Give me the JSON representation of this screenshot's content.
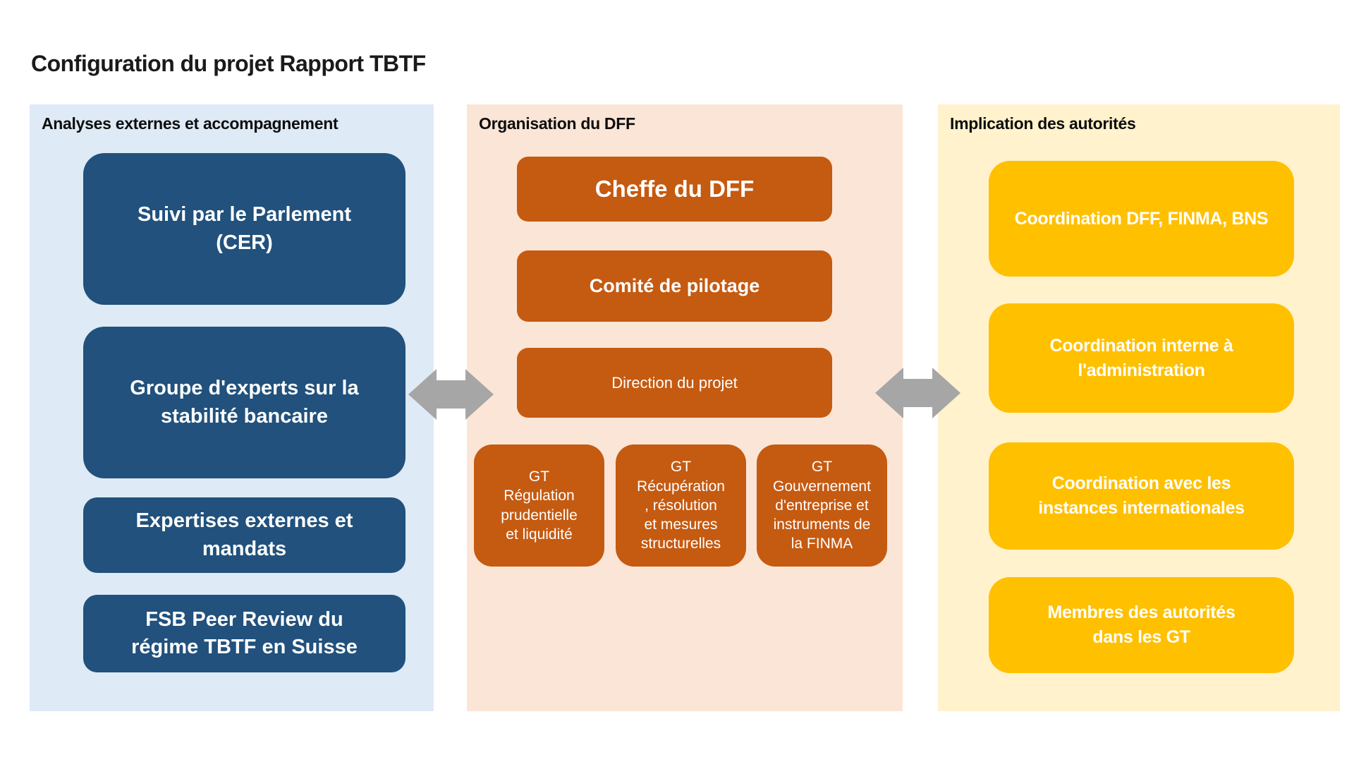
{
  "title": "Configuration du projet Rapport TBTF",
  "colors": {
    "page_bg": "#FFFFFF",
    "title_text": "#1A1A1A",
    "arrow": "#A6A6A6",
    "box_text": "#FFFFFF"
  },
  "columns": [
    {
      "header": "Analyses externes et accompagnement",
      "panel_bg": "#DEEAF6",
      "box_bg": "#21517C",
      "boxes": [
        {
          "label": "Suivi par le Parlement\n(CER)"
        },
        {
          "label": "Groupe d'experts sur la\nstabilité bancaire"
        },
        {
          "label": "Expertises externes et\nmandats"
        },
        {
          "label": "FSB Peer Review du\nrégime TBTF en Suisse"
        }
      ]
    },
    {
      "header": "Organisation du DFF",
      "panel_bg": "#FBE5D6",
      "box_bg": "#C55A11",
      "boxes": [
        {
          "label": "Cheffe du DFF"
        },
        {
          "label": "Comité de pilotage"
        },
        {
          "label": "Direction du projet"
        }
      ],
      "gt_boxes": [
        {
          "label": "GT\nRégulation\nprudentielle\net liquidité"
        },
        {
          "label": "GT\nRécupération\n, résolution\net mesures\nstructurelles"
        },
        {
          "label": "GT\nGouvernement\nd'entreprise et\ninstruments de\nla FINMA"
        }
      ]
    },
    {
      "header": "Implication des autorités",
      "panel_bg": "#FFF2CC",
      "box_bg": "#FFC000",
      "boxes": [
        {
          "label": "Coordination DFF, FINMA, BNS"
        },
        {
          "label": "Coordination interne à\nl'administration"
        },
        {
          "label": "Coordination avec les\ninstances internationales"
        },
        {
          "label": "Membres des autorités\ndans les GT"
        }
      ]
    }
  ]
}
